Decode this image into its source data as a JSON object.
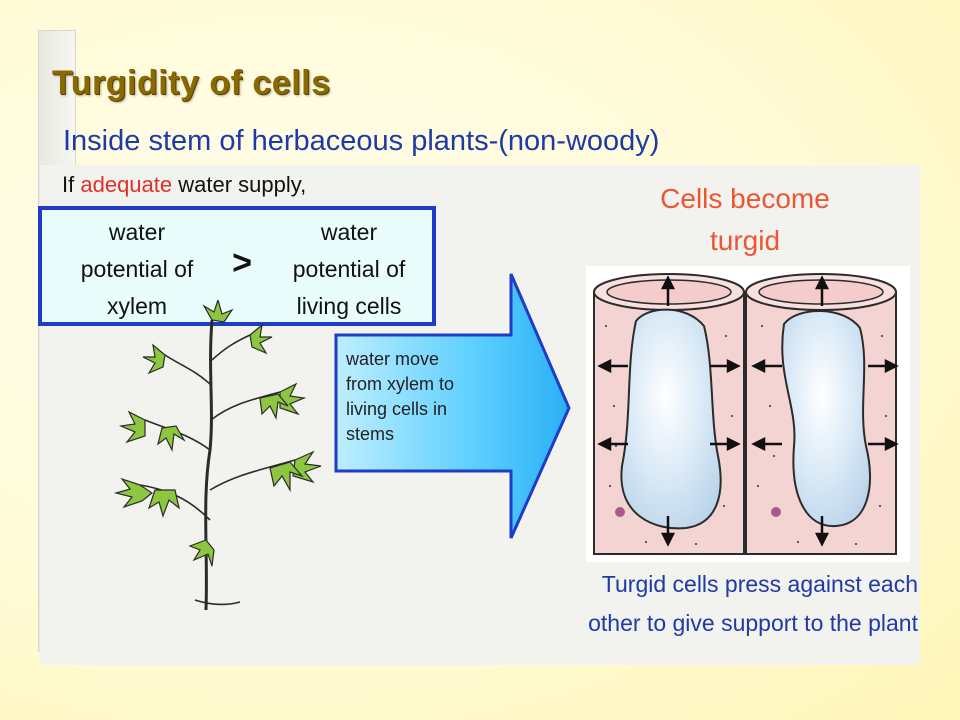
{
  "slide": {
    "title": "Turgidity of cells",
    "subtitle": "Inside stem of herbaceous plants-(non-woody)",
    "condition": {
      "prefix": "If",
      "highlight": "adequate",
      "suffix": "water supply,"
    },
    "comparison": {
      "left": [
        "water",
        "potential of",
        "xylem"
      ],
      "operator": ">",
      "right": [
        "water",
        "potential of",
        "living cells"
      ]
    },
    "result_lines": [
      "Cells become",
      "turgid"
    ],
    "arrow_text_lines": [
      "water move",
      "from xylem to",
      "living cells in",
      "stems"
    ],
    "support_lines": [
      "Turgid cells press against each",
      "other to give support to the plant"
    ]
  },
  "colors": {
    "title": "#8a6a00",
    "subtitle": "#1f3aa6",
    "highlight": "#e0302a",
    "box_border": "#1f3cc8",
    "result": "#ee5533",
    "arrow_fill": "#3fbfff",
    "plant_green": "#8dc63f",
    "cell_wall": "#f3d4d2"
  },
  "icons": {
    "plant": "plant-illustration",
    "flow_arrow": "right-arrow-icon",
    "cells": "turgid-cells-diagram"
  }
}
